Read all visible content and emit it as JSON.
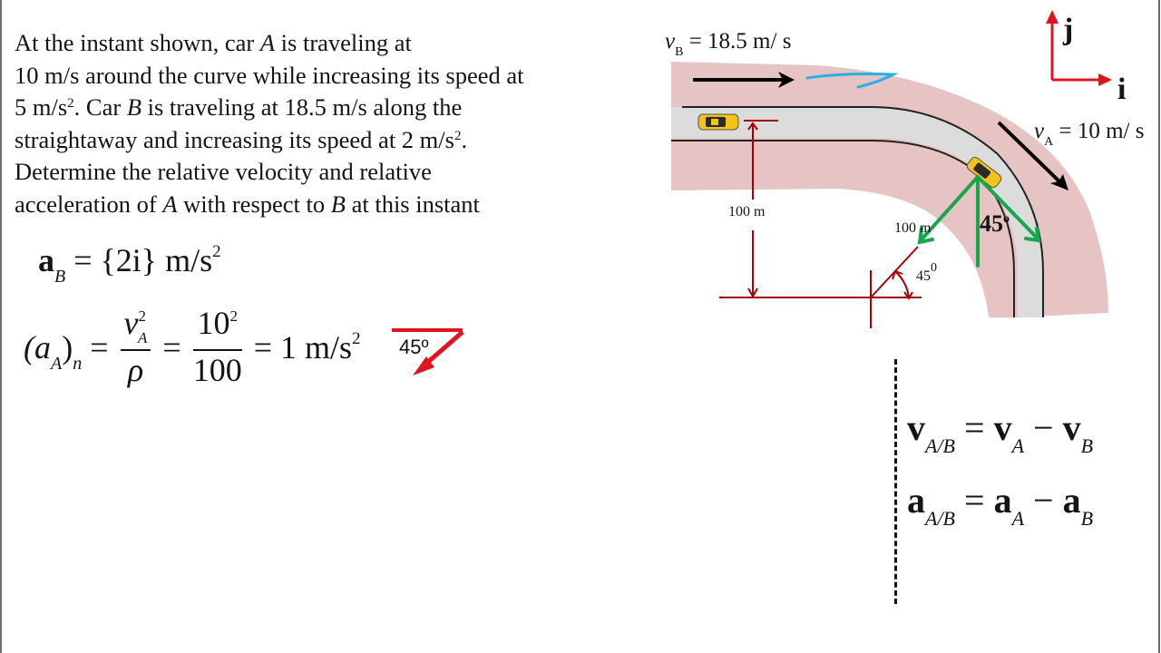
{
  "problem": {
    "lines": [
      [
        "At the instant shown, car ",
        "A",
        " is traveling at"
      ],
      [
        "10 m/s around the curve while increasing its speed at"
      ],
      [
        "5 m/s",
        "2",
        ". Car ",
        "B",
        " is traveling at 18.5 m/s along the"
      ],
      [
        "straightaway and increasing its speed at 2 m/s",
        "2",
        "."
      ],
      [
        "Determine the relative velocity and relative"
      ],
      [
        "acceleration of ",
        "A",
        " with respect to ",
        "B",
        " at this instant"
      ]
    ]
  },
  "equations": {
    "a_B": {
      "symbol": "a",
      "subscript": "B",
      "rhs": "= {2i} m/s",
      "exp": "2"
    },
    "a_An": {
      "lhs_open": "(a",
      "lhs_sub": "A",
      "lhs_close": ")",
      "lhs_n": "n",
      "eq1": "=",
      "frac1_num": "v",
      "frac1_num_sup": "2",
      "frac1_num_sub": "A",
      "frac1_den": "ρ",
      "eq2": "=",
      "frac2_num": "10",
      "frac2_num_sup": "2",
      "frac2_den": "100",
      "result": "= 1 m/s",
      "result_exp": "2",
      "direction_angle": "45º"
    }
  },
  "diagram": {
    "vB_label": {
      "sym": "v",
      "sub": "B",
      "value": "= 18.5 m/ s"
    },
    "vA_label": {
      "sym": "v",
      "sub": "A",
      "value": "= 10 m/ s"
    },
    "axis_j": "j",
    "axis_i": "i",
    "radius_straight": "100 m",
    "radius_curve": "100 m",
    "angle_small": "45",
    "angle_small_deg": "0",
    "angle_bold": "45",
    "angle_bold_deg": "o",
    "colors": {
      "track_bg": "#e6c4c4",
      "road": "#dcdcdc",
      "red": "#c0000a",
      "axis_red": "#e0141e",
      "green": "#17a64a",
      "blue": "#2aaee6",
      "car": "#f2c418"
    }
  },
  "relative": {
    "velocity": {
      "lhs": "v",
      "lhs_sub": "A/B",
      "eq": "=",
      "t1": "v",
      "t1_sub": "A",
      "minus": "−",
      "t2": "v",
      "t2_sub": "B"
    },
    "acceleration": {
      "lhs": "a",
      "lhs_sub": "A/B",
      "eq": "=",
      "t1": "a",
      "t1_sub": "A",
      "minus": "−",
      "t2": "a",
      "t2_sub": "B"
    }
  }
}
